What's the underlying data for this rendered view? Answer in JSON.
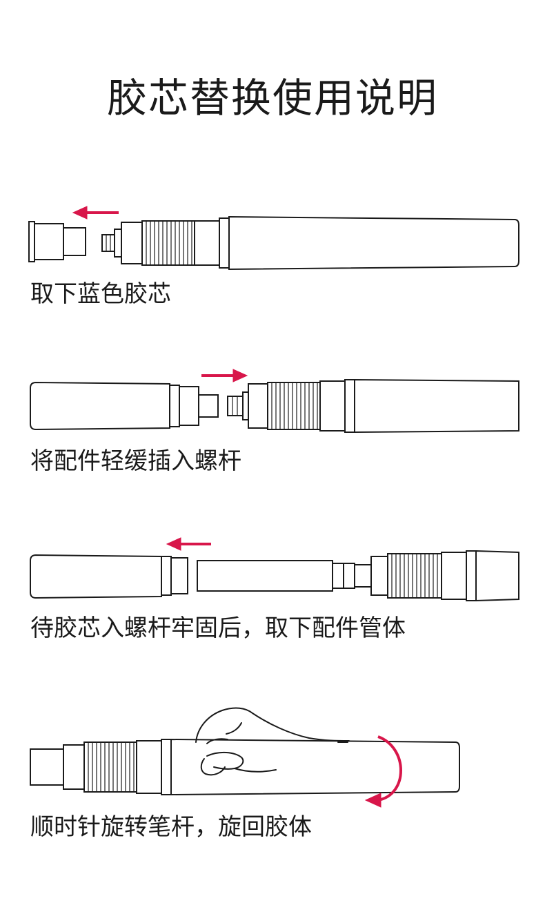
{
  "title": "胶芯替换使用说明",
  "accent_color": "#d8164a",
  "steps": [
    {
      "caption": "取下蓝色胶芯",
      "arrow_direction": "left"
    },
    {
      "caption": "将配件轻缓插入螺杆",
      "arrow_direction": "right"
    },
    {
      "caption": "待胶芯入螺杆牢固后，取下配件管体",
      "arrow_direction": "left"
    },
    {
      "caption": "顺时针旋转笔杆，旋回胶体",
      "arrow_direction": "clockwise"
    }
  ]
}
